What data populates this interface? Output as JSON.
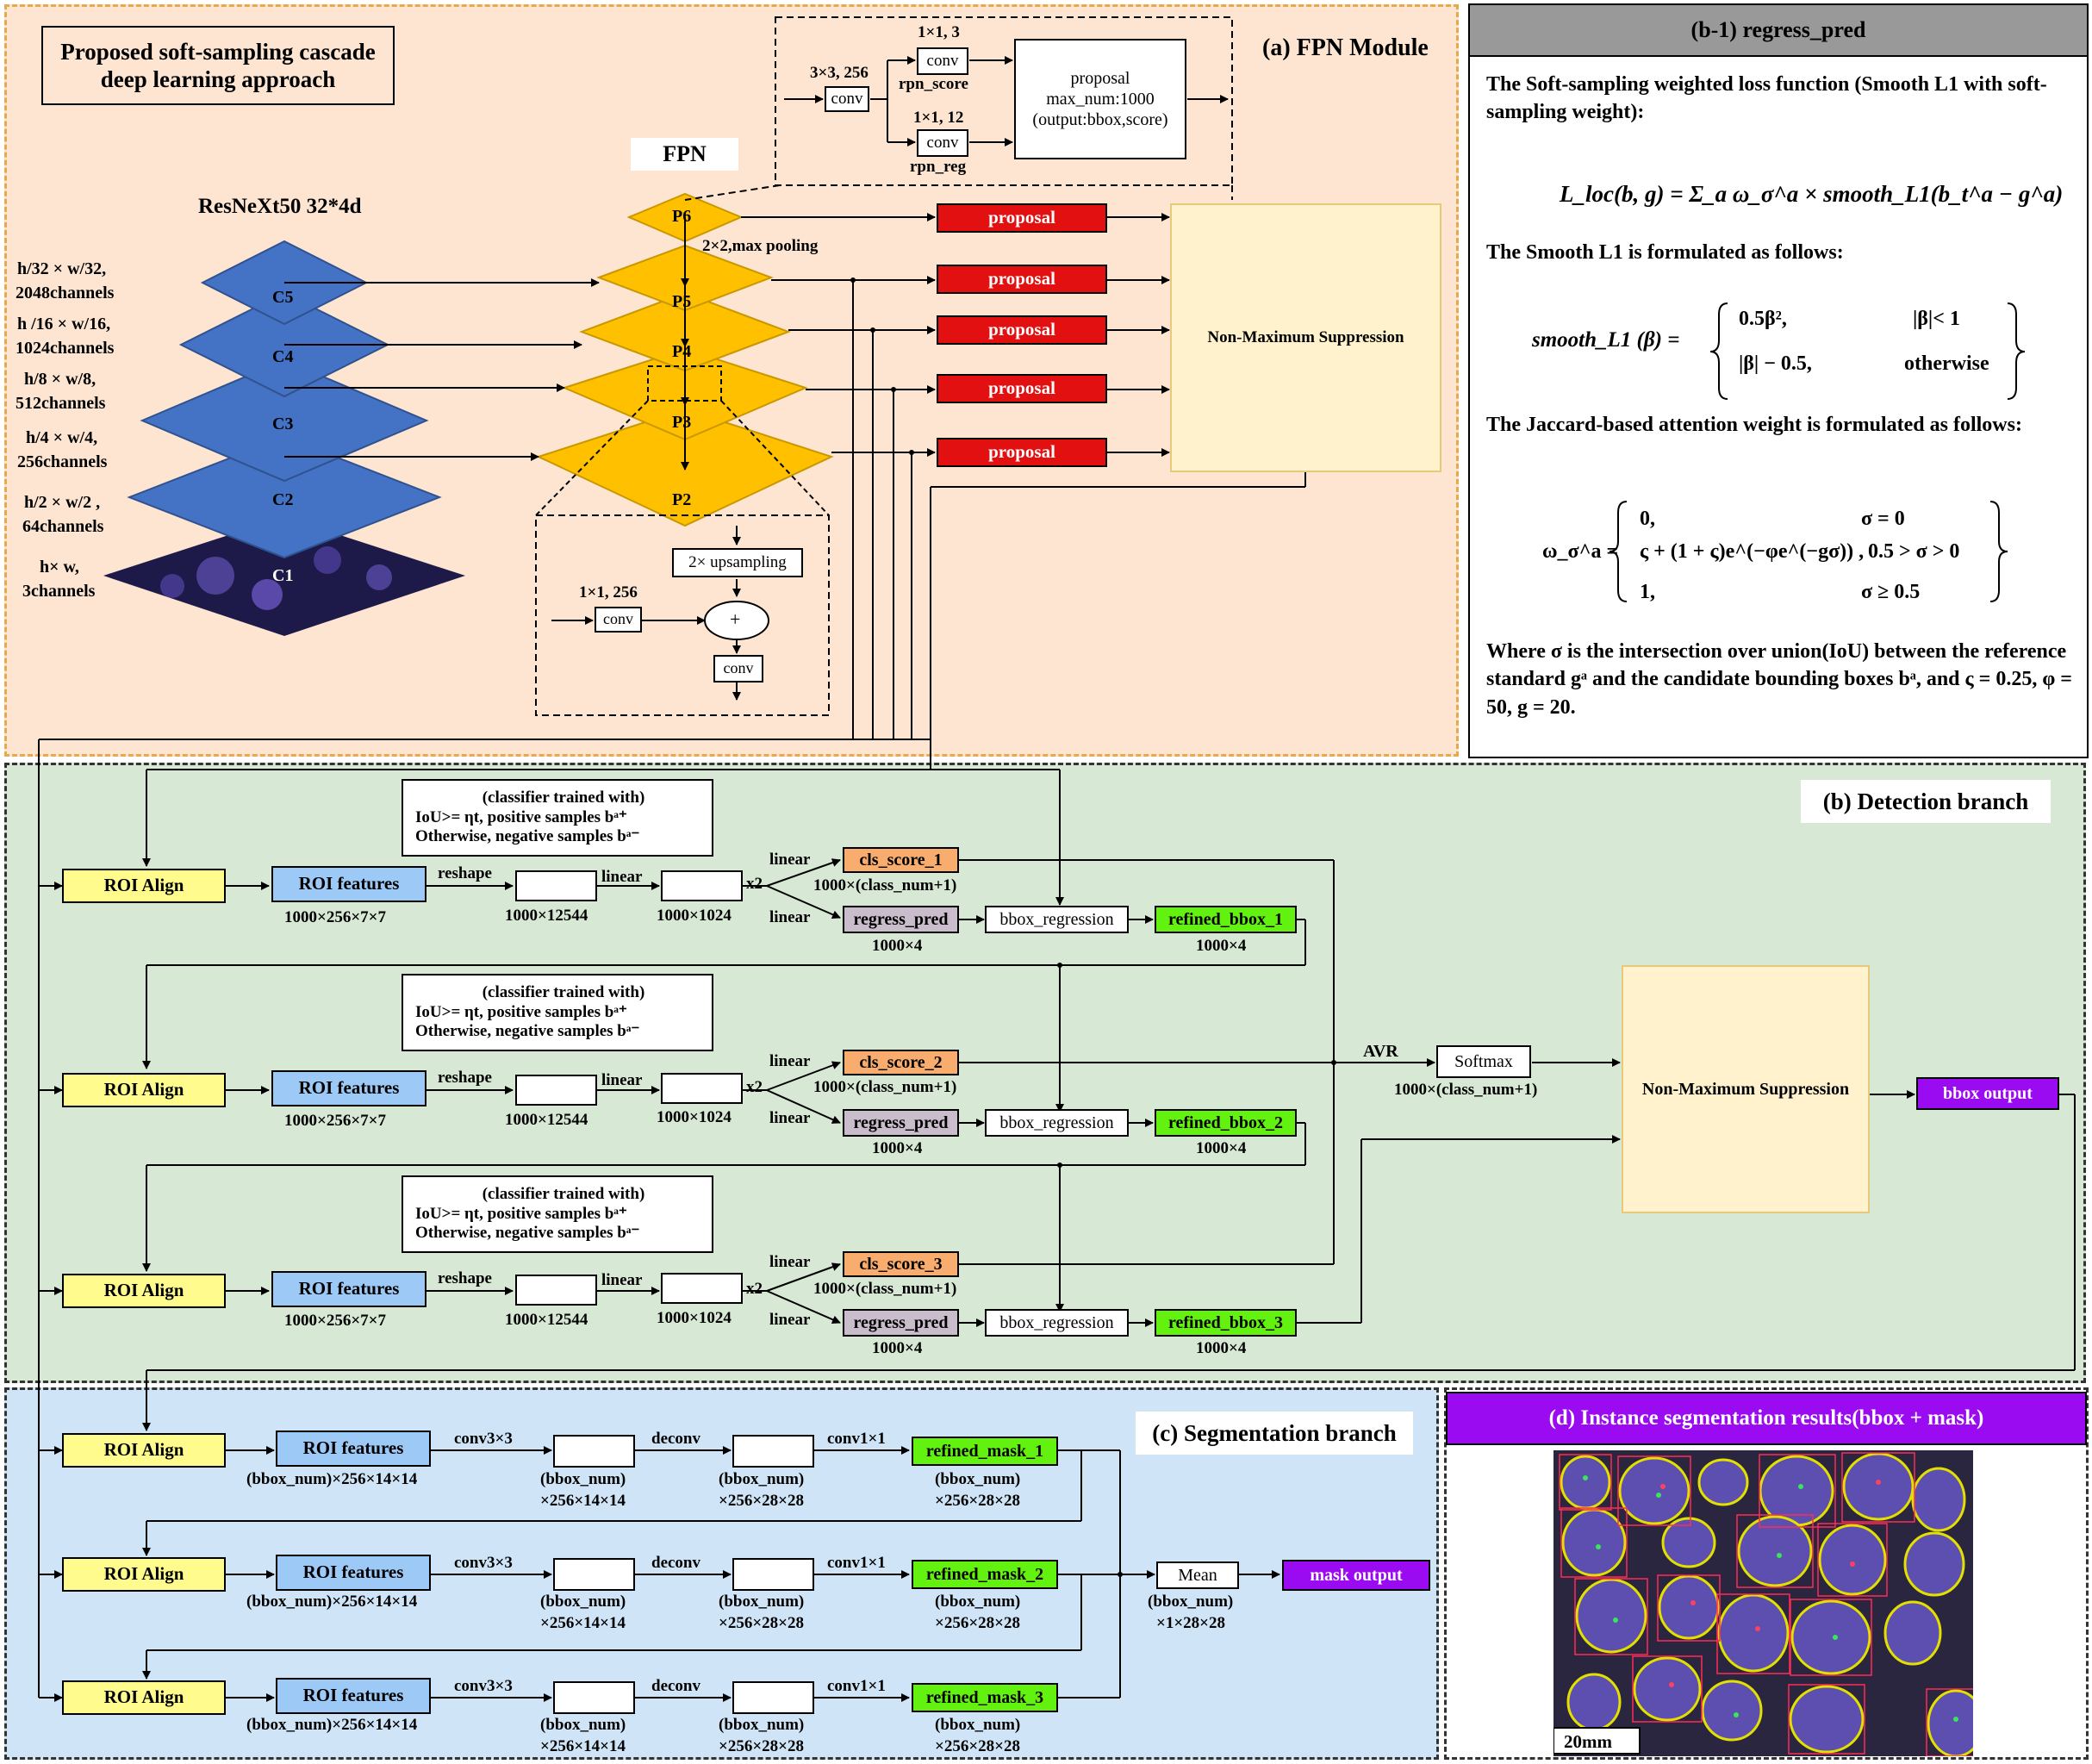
{
  "title_box": "Proposed soft-sampling cascade deep learning approach",
  "fpn_module": {
    "label": "(a) FPN Module",
    "backbone": "ResNeXt50 32*4d",
    "fpn_label": "FPN",
    "c_levels": [
      "C5",
      "C4",
      "C3",
      "C2",
      "C1"
    ],
    "c_dims": [
      "h/32 × w/32,",
      "2048channels",
      "h /16 × w/16,",
      "1024channels",
      "h/8 × w/8,",
      "512channels",
      "h/4 × w/4,",
      "256channels",
      "h/2 × w/2 ,",
      "64channels",
      "h× w,",
      "3channels"
    ],
    "p_levels": [
      "P6",
      "P5",
      "P4",
      "P3",
      "P2"
    ],
    "max_pool": "2×2,max pooling",
    "proposal": "proposal",
    "nms": "Non-Maximum Suppression",
    "rpn": {
      "conv_in": "3×3, 256",
      "conv": "conv",
      "score_dim": "1×1, 3",
      "score_label": "rpn_score",
      "reg_dim": "1×1, 12",
      "reg_label": "rpn_reg",
      "proposal_title": "proposal",
      "max_num": "max_num:1000",
      "output": "(output:bbox,score)"
    },
    "upsample": {
      "dim": "1×1, 256",
      "conv": "conv",
      "up": "2× upsampling",
      "plus": "+",
      "conv_out": "conv"
    }
  },
  "regress_pred": {
    "header": "(b-1) regress_pred",
    "text1": "The Soft-sampling weighted loss function (Smooth L1 with soft-sampling weight):",
    "text2": "The Smooth L1 is formulated as follows:",
    "text3": "The Jaccard-based attention weight is formulated  as follows:",
    "text4": "Where σ is the intersection over union(IoU) between the reference standard gᵃ and the candidate bounding boxes bᵃ, and ς = 0.25, φ = 50, g = 20.",
    "eq_loss": "L_loc(b, g) = Σ_a ω_σ^a × smooth_L1(b_t^a − g^a)",
    "smooth_lhs": "smooth_L1 (β) =",
    "smooth_c1": "0.5β²,",
    "smooth_c1_cond": "|β|< 1",
    "smooth_c2": "|β| − 0.5,",
    "smooth_c2_cond": "otherwise",
    "omega_lhs": "ω_σ^a =",
    "omega_c1": "0,",
    "omega_c1_cond": "σ = 0",
    "omega_c2": "ς + (1 + ς)e^(−φe^(−gσ)) ,",
    "omega_c2_cond": "0.5 > σ > 0",
    "omega_c3": "1,",
    "omega_c3_cond": "σ ≥ 0.5"
  },
  "detection": {
    "label": "(b) Detection branch",
    "classifier_title": "(classifier trained with)",
    "classifier_pos": "IoU>= ηt,  positive samples bᵃ⁺",
    "classifier_neg": "Otherwise,  negative samples bᵃ⁻",
    "roi_align": "ROI Align",
    "roi_features": "ROI features",
    "roi_dim": "1000×256×7×7",
    "reshape": "reshape",
    "dim_12544": "1000×12544",
    "linear": "linear",
    "dim_1024": "1000×1024",
    "x2": "x2",
    "cls_scores": [
      "cls_score_1",
      "cls_score_2",
      "cls_score_3"
    ],
    "cls_dim": "1000×(class_num+1)",
    "regress_pred": "regress_pred",
    "reg_dim": "1000×4",
    "bbox_regression": "bbox_regression",
    "refined_bboxes": [
      "refined_bbox_1",
      "refined_bbox_2",
      "refined_bbox_3"
    ],
    "refined_dim": "1000×4",
    "avr": "AVR",
    "softmax": "Softmax",
    "softmax_dim": "1000×(class_num+1)",
    "nms": "Non-Maximum Suppression",
    "bbox_output": "bbox output"
  },
  "segmentation": {
    "label": "(c) Segmentation branch",
    "roi_align": "ROI Align",
    "roi_features": "ROI features",
    "roi_dim": "(bbox_num)×256×14×14",
    "conv3": "conv3×3",
    "deconv": "deconv",
    "conv1": "conv1×1",
    "dim_a1": "(bbox_num)",
    "dim_a2": "×256×14×14",
    "dim_b1": "(bbox_num)",
    "dim_b2": "×256×28×28",
    "masks": [
      "refined_mask_1",
      "refined_mask_2",
      "refined_mask_3"
    ],
    "mask_dim1": "(bbox_num)",
    "mask_dim2": "×256×28×28",
    "mean": "Mean",
    "mean_dim1": "(bbox_num)",
    "mean_dim2": "×1×28×28",
    "mask_output": "mask output"
  },
  "results": {
    "header": "(d) Instance segmentation results(bbox + mask)",
    "scale": "20mm"
  },
  "colors": {
    "fpn_bg": "#fde5d2",
    "det_bg": "#d7e8d4",
    "seg_bg": "#cfe5f7",
    "c_level": "#4472c4",
    "p_level": "#ffc000",
    "proposal": "#e21010",
    "purple": "#9b0bf2"
  }
}
